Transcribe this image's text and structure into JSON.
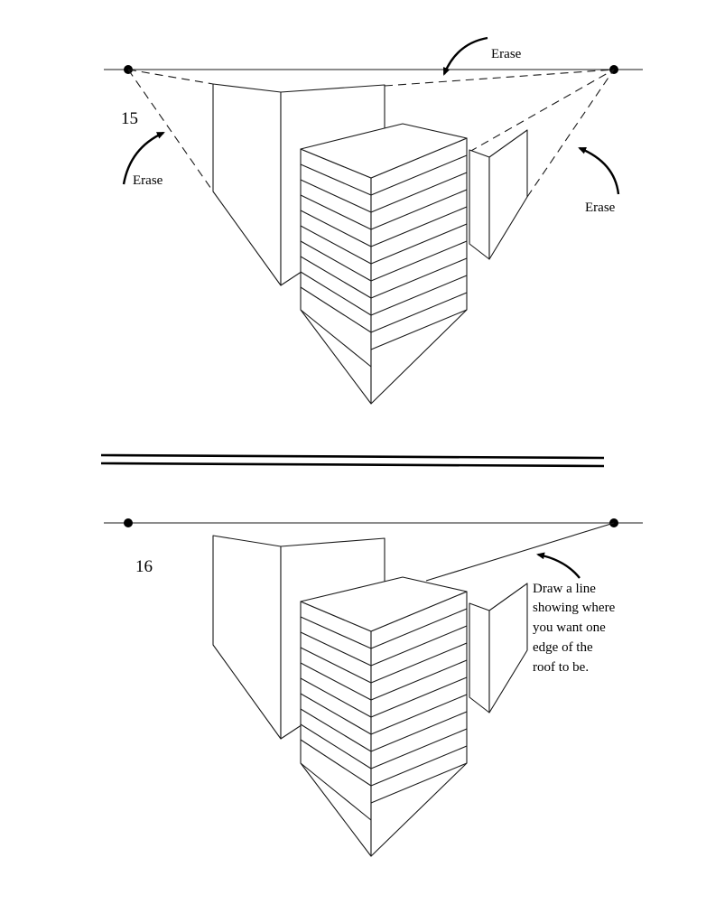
{
  "step_15": {
    "number": "15",
    "erase_labels": [
      "Erase",
      "Erase",
      "Erase"
    ]
  },
  "step_16": {
    "number": "16",
    "instruction_lines": [
      "Draw a line",
      "showing where",
      "you want one",
      "edge of the",
      "roof to be."
    ]
  }
}
